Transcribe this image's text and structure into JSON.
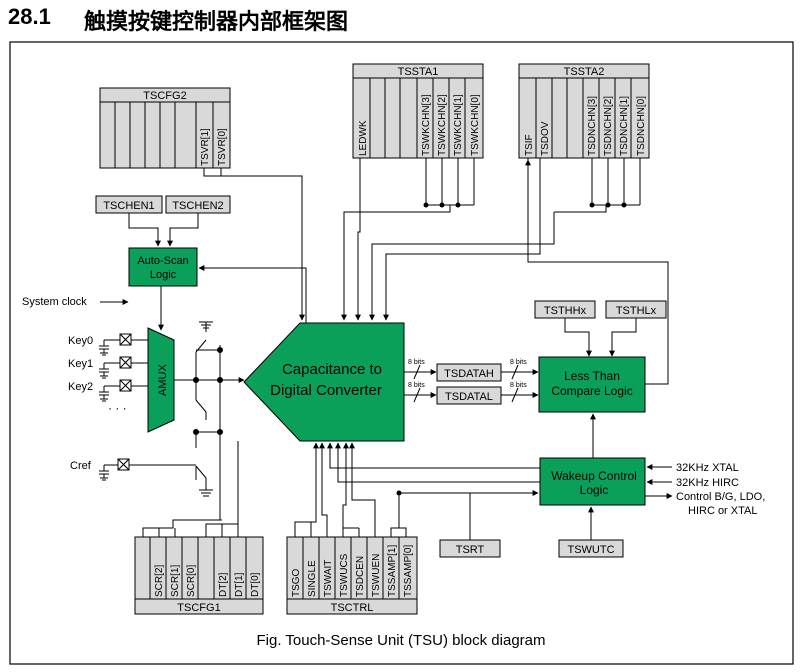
{
  "heading": {
    "number": "28.1",
    "title": "触摸按键控制器内部框架图"
  },
  "caption": "Fig. Touch-Sense Unit (TSU) block diagram",
  "colors": {
    "green": "#0aa05a",
    "reg_header": "#d9d9d9",
    "reg_body": "#d9d9d9",
    "line": "#000000"
  },
  "registers": {
    "tscfg2": {
      "name": "TSCFG2",
      "bits": [
        "TSVR[1]",
        "TSVR[0]"
      ]
    },
    "tssta1": {
      "name": "TSSTA1",
      "bits": [
        "LEDWK",
        "TSWKCHN[3]",
        "TSWKCHN[2]",
        "TSWKCHN[1]",
        "TSWKCHN[0]"
      ]
    },
    "tssta2": {
      "name": "TSSTA2",
      "bits": [
        "TSIF",
        "TSDOV",
        "TSDNCHN[3]",
        "TSDNCHN[2]",
        "TSDNCHN[1]",
        "TSDNCHN[0]"
      ]
    },
    "tscfg1": {
      "name": "TSCFG1",
      "bits": [
        "SCR[2]",
        "SCR[1]",
        "SCR[0]",
        "DT[2]",
        "DT[1]",
        "DT[0]"
      ]
    },
    "tsctrl": {
      "name": "TSCTRL",
      "bits": [
        "TSGO",
        "SINGLE",
        "TSWAIT",
        "TSWUCS",
        "TSDCEN",
        "TSWUEN",
        "TSSAMP[1]",
        "TSSAMP[0]"
      ]
    }
  },
  "small_registers": {
    "tschen1": "TSCHEN1",
    "tschen2": "TSCHEN2",
    "tsthhx": "TSTHHx",
    "tsthlx": "TSTHLx",
    "tsdatah": "TSDATAH",
    "tsdatal": "TSDATAL",
    "tsrt": "TSRT",
    "tswutc": "TSWUTC"
  },
  "blocks": {
    "auto_scan": [
      "Auto-Scan",
      "Logic"
    ],
    "cdc": [
      "Capacitance to",
      "Digital Converter"
    ],
    "compare": [
      "Less Than",
      "Compare Logic"
    ],
    "wakeup": [
      "Wakeup Control",
      "Logic"
    ],
    "amux": "AMUX"
  },
  "signals": {
    "system_clock": "System clock",
    "keys": [
      "Key0",
      "Key1",
      "Key2"
    ],
    "dots": "· · ·",
    "cref": "Cref",
    "bits8": "8 bits",
    "xtal": "32KHz XTAL",
    "hirc": "32KHz HIRC",
    "control1": "Control B/G, LDO,",
    "control2": "HIRC or XTAL"
  }
}
